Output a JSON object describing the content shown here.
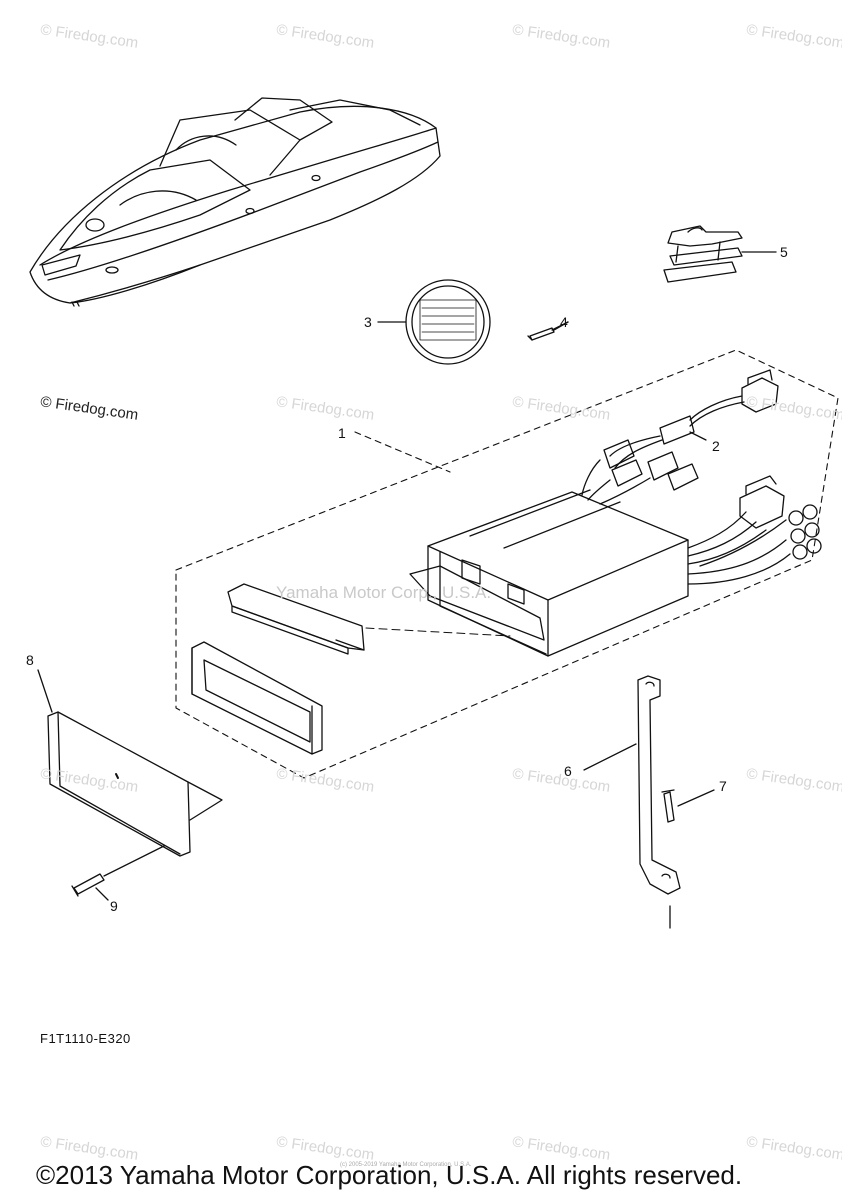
{
  "callouts": {
    "c1": "1",
    "c2": "2",
    "c3": "3",
    "c4": "4",
    "c5": "5",
    "c6": "6",
    "c7": "7",
    "c8": "8",
    "c9": "9"
  },
  "watermarks": {
    "text": "© Firedog.com",
    "dark_text": "© Firedog.com"
  },
  "faint_overlay": "Yamaha Motor Corp., U.S.A.",
  "part_code": "F1T1110-E320",
  "tiny_notice": "(c) 2005-2019 Yamaha Motor Corporation, U.S.A.",
  "copyright": "©2013 Yamaha Motor Corporation, U.S.A. All rights reserved."
}
